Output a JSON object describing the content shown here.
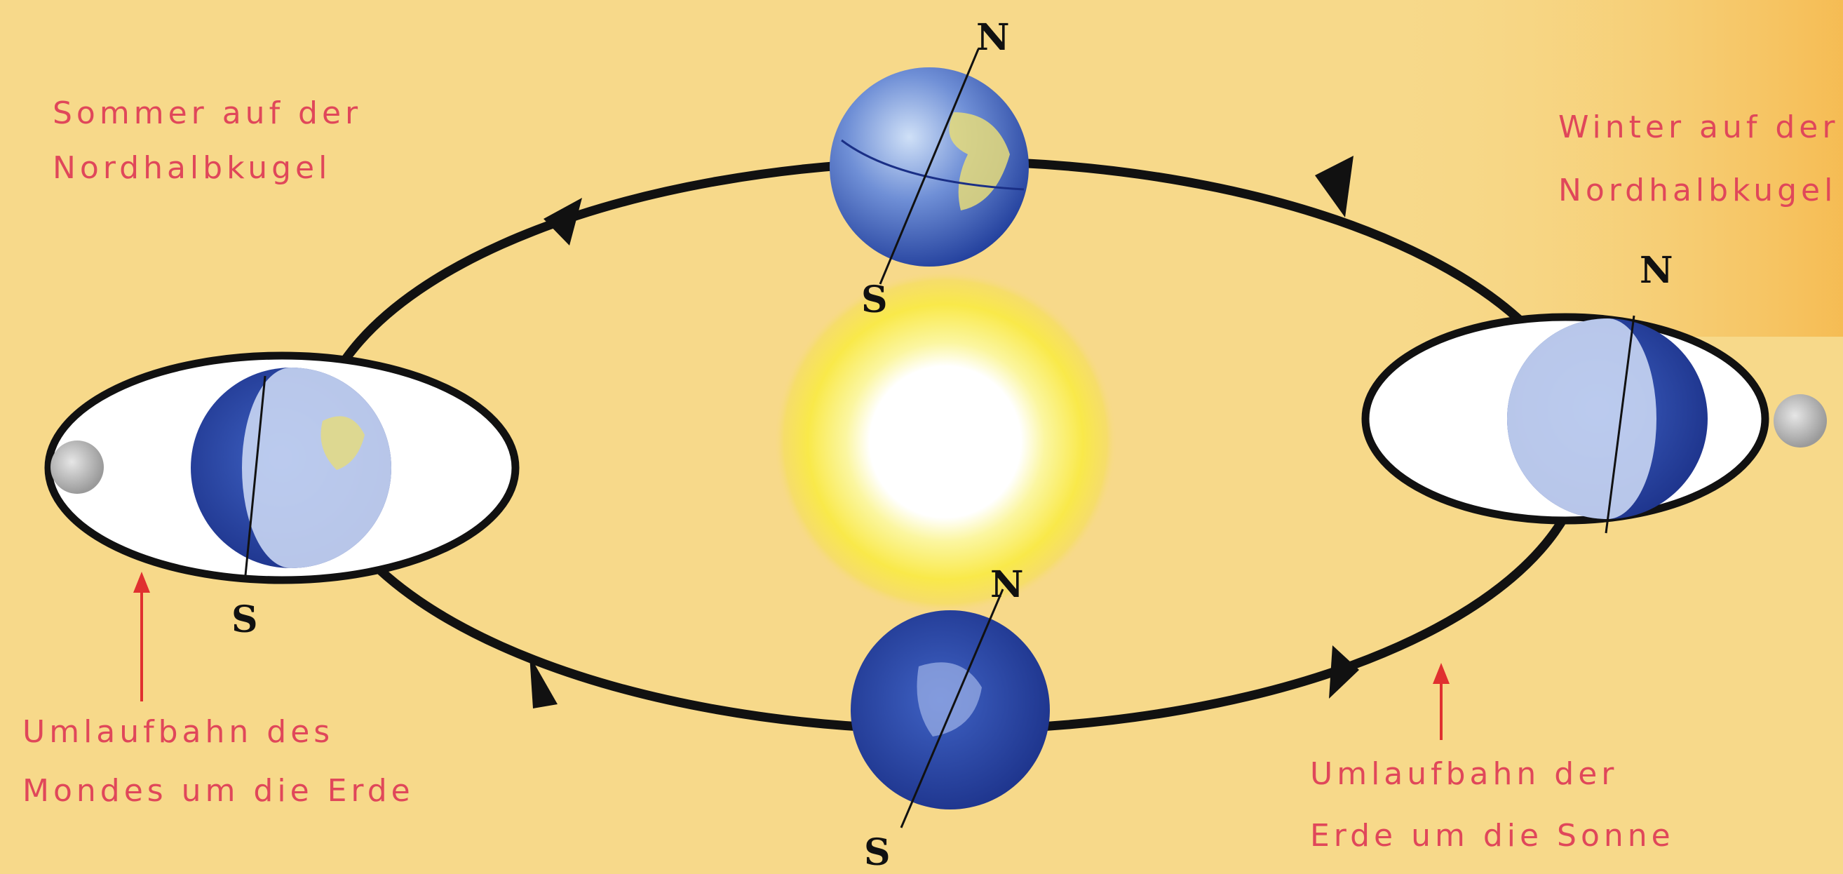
{
  "labels": {
    "summer_line1": "Sommer auf der",
    "summer_line2": "Nordhalbkugel",
    "winter_line1": "Winter auf der",
    "winter_line2": "Nordhalbkugel",
    "moon_orbit_line1": "Umlaufbahn des",
    "moon_orbit_line2": "Mondes um die Erde",
    "earth_orbit_line1": "Umlaufbahn der",
    "earth_orbit_line2": "Erde um die Sonne"
  },
  "poles": {
    "north": "N",
    "south": "S"
  },
  "colors": {
    "background": "#f7d98a",
    "label_text": "#e0475a",
    "orbit_line": "#111111",
    "sun_core": "#ffffff",
    "sun_glow": "#f9e94a",
    "earth_ocean": "#2f4fb0",
    "earth_land": "#e6dc7a",
    "moon": "#bdbdbd",
    "pointer_arrow": "#e03030"
  }
}
